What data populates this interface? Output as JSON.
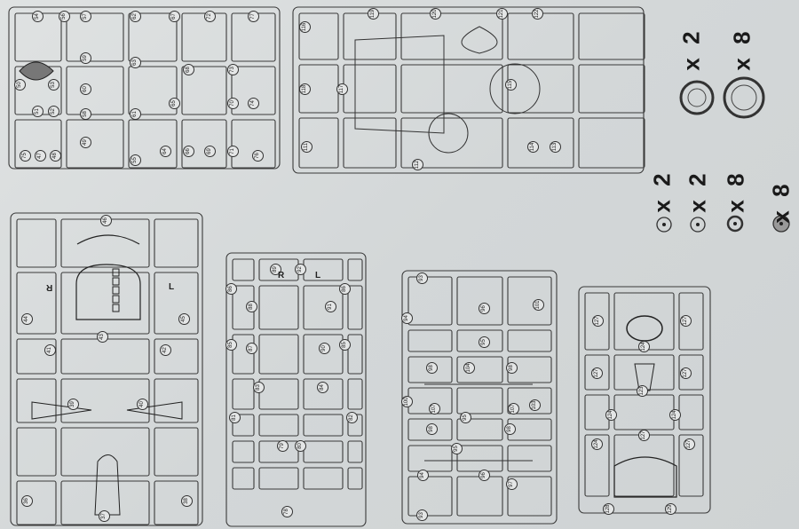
{
  "quantities": {
    "large_wheel_left": "x 2",
    "large_wheel_right": "x 8",
    "small_wheel_1": "x 2",
    "small_wheel_2": "x 2",
    "small_wheel_3": "x 8",
    "small_wheel_4": "x 8"
  },
  "sprues": {
    "A": {
      "parts": [
        "54",
        "56",
        "57",
        "62",
        "67",
        "72",
        "77",
        "50",
        "53",
        "59",
        "60",
        "63",
        "68",
        "73",
        "52",
        "51",
        "58",
        "61",
        "65",
        "70",
        "74",
        "75",
        "47",
        "48",
        "49",
        "55",
        "64",
        "66",
        "69",
        "71",
        "76"
      ]
    },
    "B": {
      "parts": [
        "116",
        "118",
        "117",
        "119",
        "120",
        "121",
        "122",
        "111",
        "115",
        "114",
        "113",
        "112"
      ]
    },
    "C": {
      "parts": [
        "46",
        "44",
        "43",
        "45",
        "41",
        "42",
        "39",
        "40",
        "36",
        "37",
        "38"
      ],
      "side_marks": [
        "R",
        "L"
      ]
    },
    "D": {
      "parts": [
        "86",
        "89",
        "92",
        "86",
        "88",
        "91",
        "85",
        "87",
        "90",
        "85",
        "83",
        "84",
        "81",
        "82",
        "79",
        "80",
        "78"
      ],
      "side_marks": [
        "R",
        "L"
      ]
    },
    "E": {
      "parts": [
        "93",
        "96",
        "101",
        "94",
        "95",
        "98",
        "104",
        "98",
        "100",
        "107",
        "107",
        "103",
        "98",
        "95",
        "98",
        "95",
        "94",
        "96",
        "97",
        "93"
      ]
    },
    "F": {
      "parts": [
        "127",
        "124",
        "127",
        "127",
        "123",
        "127",
        "124",
        "124",
        "127",
        "124",
        "127",
        "128",
        "129"
      ]
    }
  }
}
